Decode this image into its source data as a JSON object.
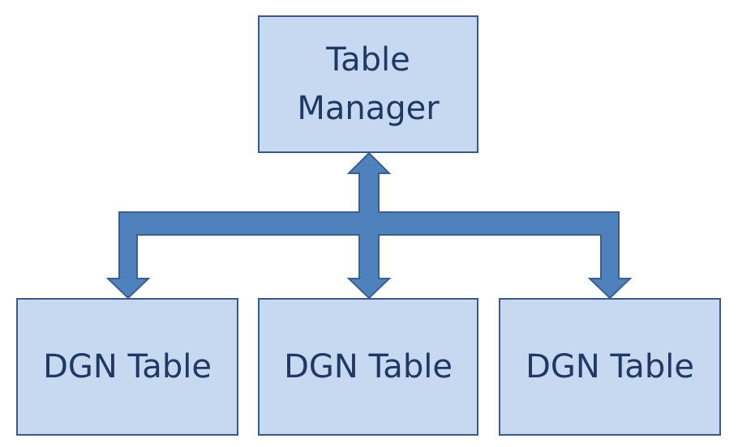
{
  "colors": {
    "box_fill": "#c6d9f1",
    "box_border": "#3a5a85",
    "box_text": "#1f3864",
    "connector_fill": "#4f81bd",
    "connector_stroke": "#3a5f8f"
  },
  "diagram": {
    "top_node": {
      "line1": "Table",
      "line2": "Manager"
    },
    "child_nodes": [
      {
        "label": "DGN Table"
      },
      {
        "label": "DGN Table"
      },
      {
        "label": "DGN Table"
      }
    ]
  }
}
